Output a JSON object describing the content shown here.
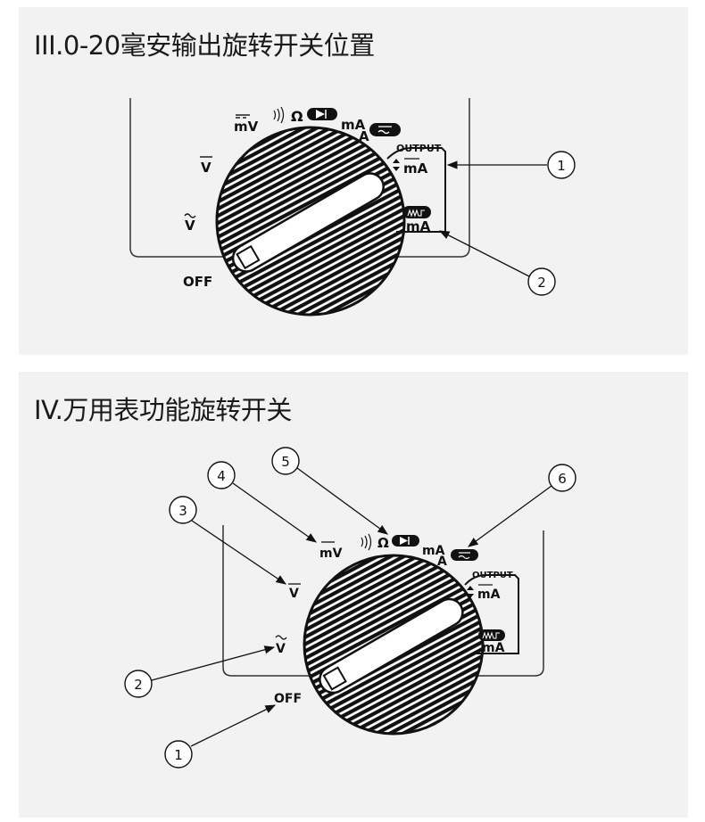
{
  "panel1": {
    "title": "III.0-20毫安输出旋转开关位置",
    "labels": {
      "mv": "mV",
      "v_dc": "V",
      "v_ac": "V",
      "off": "OFF",
      "ma": "mA",
      "a": "A",
      "output": "OUTPUT",
      "ma_output": "mA",
      "ma_sim": "mA",
      "omega": "Ω"
    },
    "callouts": [
      "1",
      "2"
    ]
  },
  "panel2": {
    "title": "IV.万用表功能旋转开关",
    "labels": {
      "mv": "mV",
      "v_dc": "V",
      "v_ac": "V",
      "off": "OFF",
      "ma": "mA",
      "a": "A",
      "output": "OUTPUT",
      "ma_output": "mA",
      "ma_sim": "mA",
      "omega": "Ω"
    },
    "callouts": [
      "1",
      "2",
      "3",
      "4",
      "5",
      "6"
    ]
  }
}
